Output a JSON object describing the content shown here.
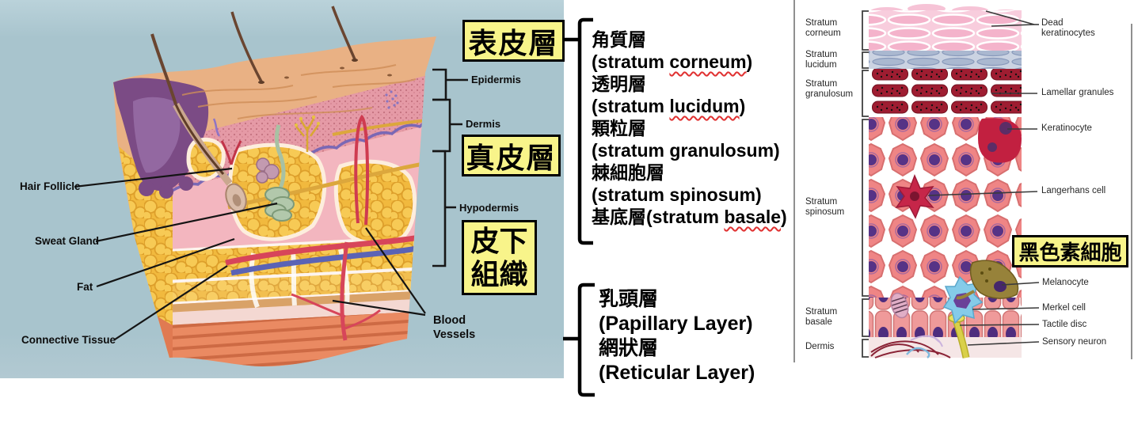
{
  "colors": {
    "panel_blue": "#a8c4cd",
    "callout_yellow": "#f8f48a",
    "spellcheck_red": "#e03030",
    "text_black": "#000000"
  },
  "left_panel": {
    "labels": {
      "hair_follicle": "Hair Follicle",
      "sweat_gland": "Sweat Gland",
      "fat": "Fat",
      "connective_tissue": "Connective Tissue",
      "blood_line1": "Blood",
      "blood_line2": "Vessels",
      "epidermis": "Epidermis",
      "dermis": "Dermis",
      "hypodermis": "Hypodermis"
    },
    "callouts": {
      "epidermis_zh": "表皮層",
      "dermis_zh": "真皮層",
      "subcutaneous_line1": "皮下",
      "subcutaneous_line2": "組織"
    }
  },
  "epidermis_strata": {
    "corneum_zh": "角質層",
    "corneum_en_pre": "(stratum ",
    "corneum_en_word": "corneum",
    "corneum_en_post": ")",
    "lucidum_zh": "透明層",
    "lucidum_en_pre": "(stratum ",
    "lucidum_en_word": "lucidum",
    "lucidum_en_post": ")",
    "granulosum_zh": "顆粒層",
    "granulosum_en": "(stratum granulosum)",
    "spinosum_zh": "棘細胞層",
    "spinosum_en": "(stratum spinosum)",
    "basale_pre": "基底層(stratum ",
    "basale_word": "basale",
    "basale_post": ")"
  },
  "dermis_layers": {
    "papillary_zh": "乳頭層",
    "papillary_en": "(Papillary Layer)",
    "reticular_zh": "網狀層",
    "reticular_en": "(Reticular Layer)"
  },
  "right_panel": {
    "melanocyte_callout": "黑色素細胞",
    "layer_labels": [
      {
        "l1": "Stratum",
        "l2": "corneum"
      },
      {
        "l1": "Stratum",
        "l2": "lucidum"
      },
      {
        "l1": "Stratum",
        "l2": "granulosum"
      },
      {
        "l1": "Stratum",
        "l2": "spinosum"
      },
      {
        "l1": "Stratum",
        "l2": "basale"
      },
      {
        "l1": "Dermis",
        "l2": ""
      }
    ],
    "structure_labels": [
      {
        "l1": "Dead",
        "l2": "keratinocytes"
      },
      {
        "l1": "Lamellar granules",
        "l2": ""
      },
      {
        "l1": "Keratinocyte",
        "l2": ""
      },
      {
        "l1": "Langerhans cell",
        "l2": ""
      },
      {
        "l1": "Melanocyte",
        "l2": ""
      },
      {
        "l1": "Merkel cell",
        "l2": ""
      },
      {
        "l1": "Tactile disc",
        "l2": ""
      },
      {
        "l1": "Sensory neuron",
        "l2": ""
      }
    ]
  }
}
